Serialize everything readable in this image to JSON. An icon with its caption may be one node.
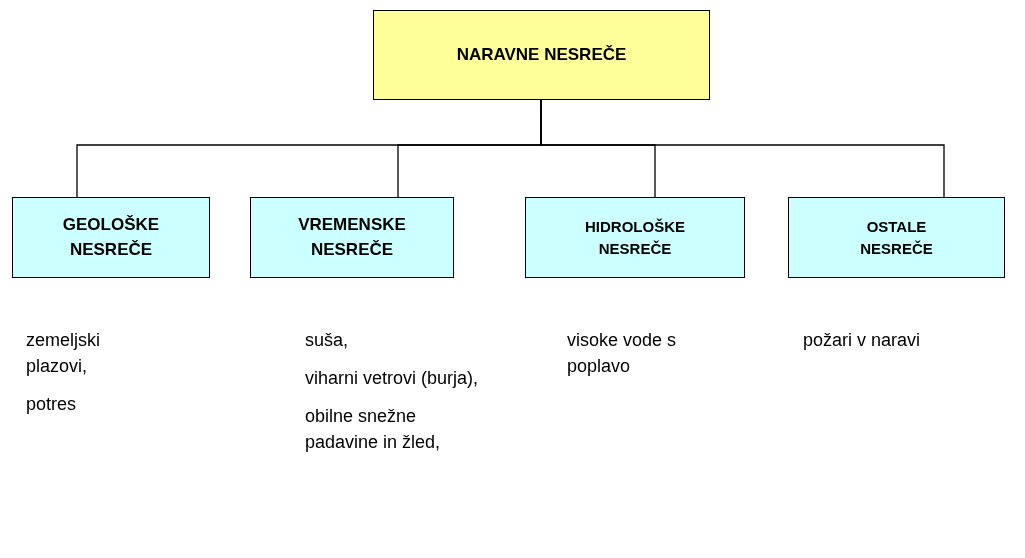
{
  "diagram": {
    "nodes": [
      {
        "text": [
          "NARAVNE  NESREČE"
        ]
      },
      {
        "text": [
          "GEOLOŠKE NESREČE"
        ],
        "beside": [
          "zemeljski plazovi,",
          "potres"
        ]
      },
      {
        "text": [
          "VREMENSKE NESREČE"
        ],
        "beside": [
          "suša,",
          "viharni vetrovi (burja),",
          "obilne snežne padavine in žled,"
        ]
      },
      {
        "text": [
          "HIDROLOŠKE NESREČE"
        ],
        "beside": [
          "visoke vode s poplavo"
        ]
      },
      {
        "text": [
          "OSTALE NESREČE"
        ],
        "beside": [
          "požari v naravi"
        ]
      }
    ],
    "edges": [
      {
        "from": 0,
        "to": 1,
        "arrow": "none"
      },
      {
        "from": 0,
        "to": 2,
        "arrow": "none"
      },
      {
        "from": 0,
        "to": 3,
        "arrow": "none"
      },
      {
        "from": 0,
        "to": 4,
        "arrow": "none"
      }
    ]
  }
}
